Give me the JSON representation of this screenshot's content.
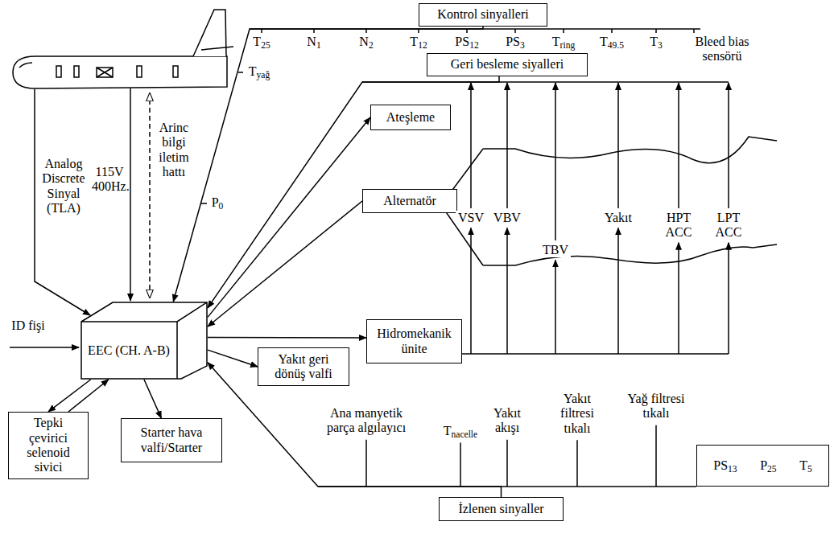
{
  "diagram": {
    "nodes": [
      {
        "text": [
          "Kontrol sinyalleri"
        ]
      },
      {
        "text": [
          "Geri besleme siyalleri"
        ]
      },
      {
        "text": [
          "EEC (CH. A-B)"
        ]
      },
      {
        "text": [
          "Ateşleme"
        ]
      },
      {
        "text": [
          "Alternatör"
        ]
      },
      {
        "text": [
          "Hidromekanik ünite"
        ]
      },
      {
        "text": [
          "Yakıt geri dönüş valfi"
        ]
      },
      {
        "text": [
          "Tepki çevirici selenoid sivici"
        ]
      },
      {
        "text": [
          "Starter hava valfi/Starter"
        ]
      },
      {
        "text": [
          "İzlenen sinyaller"
        ]
      },
      {
        "text": [
          "PS13",
          "P25",
          "T5"
        ]
      }
    ],
    "edges": [
      {
        "from": 0,
        "to": 2,
        "arrow": "to"
      },
      {
        "from": 1,
        "to": 2,
        "arrow": "to"
      },
      {
        "from": 2,
        "to": 3,
        "arrow": "to"
      },
      {
        "from": 4,
        "to": 2,
        "arrow": "to"
      },
      {
        "from": 2,
        "to": 5,
        "arrow": "to"
      },
      {
        "from": 2,
        "to": 6,
        "arrow": "to"
      },
      {
        "from": 2,
        "to": 7,
        "arrow": "to"
      },
      {
        "from": 7,
        "to": 2,
        "arrow": "to"
      },
      {
        "from": 2,
        "to": 8,
        "arrow": "to"
      },
      {
        "from": 9,
        "to": 2,
        "arrow": "to"
      }
    ],
    "labels": [
      "T25",
      "N1",
      "N2",
      "T12",
      "PS12",
      "PS3",
      "Tring",
      "T49.5",
      "T3",
      "Bleed bias sensörü",
      "Tyağ",
      "P0",
      "Analog Discrete Sinyal (TLA)",
      "115V 400Hz.",
      "Arinc bilgi iletim hattı",
      "ID fişi",
      "VSV",
      "VBV",
      "TBV",
      "Yakıt",
      "HPT ACC",
      "LPT ACC",
      "Ana manyetik parça algılayıcı",
      "Tnacelle",
      "Yakıt akışı",
      "Yakıt filtresi tıkalı",
      "Yağ filtresi tıkalı"
    ]
  }
}
